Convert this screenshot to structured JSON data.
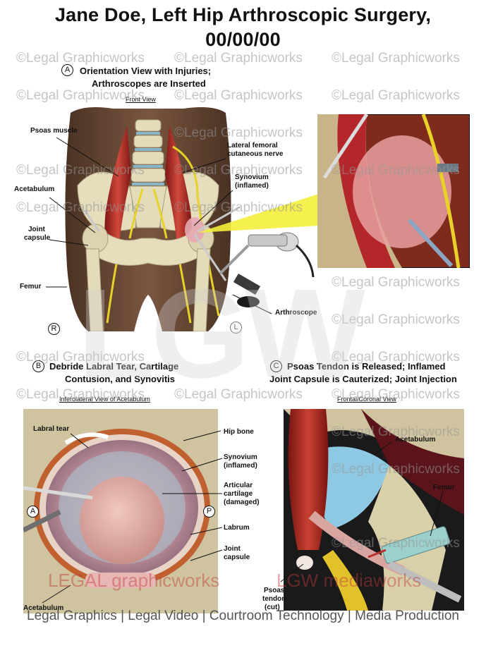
{
  "title_line1": "Jane Doe, Left Hip Arthroscopic Surgery,",
  "title_line2": "00/00/00",
  "panel_a": {
    "letter": "A",
    "heading_line1": "Orientation View with Injuries;",
    "heading_line2": "Arthroscopes are Inserted",
    "view": "Front View",
    "labels": {
      "psoas": "Psoas muscle",
      "lfcn_line1": "Lateral femoral",
      "lfcn_line2": "cutaneous nerve",
      "synovium_line1": "Synovium",
      "synovium_line2": "(inflamed)",
      "acetabulum": "Acetabulum",
      "joint_line1": "Joint",
      "joint_line2": "capsule",
      "femur": "Femur",
      "arthroscope": "Arthroscope",
      "right_marker": "R",
      "left_marker": "L"
    }
  },
  "panel_b": {
    "letter": "B",
    "heading_line1": "Debride Labral Tear, Cartilage",
    "heading_line2": "Contusion, and Synovitis",
    "view": "Inferolateral View of Acetabulum",
    "labels": {
      "labral_tear": "Labral tear",
      "hip_bone": "Hip bone",
      "synovium_line1": "Synovium",
      "synovium_line2": "(inflamed)",
      "cartilage_line1": "Articular",
      "cartilage_line2": "cartilage",
      "cartilage_line3": "(damaged)",
      "labrum": "Labrum",
      "joint_line1": "Joint",
      "joint_line2": "capsule",
      "acetabulum": "Acetabulum",
      "anterior_marker": "A",
      "posterior_marker": "P"
    }
  },
  "panel_c": {
    "letter": "C",
    "heading_line1": "Psoas Tendon is Released; Inflamed",
    "heading_line2": "Joint Capsule is Cauterized; Joint Injection",
    "view": "Frontal/Coronal View",
    "labels": {
      "acetabulum": "Acetabulum",
      "femur": "Femur",
      "psoas_line1": "Psoas",
      "psoas_line2": "tendon",
      "psoas_line3": "(cut)"
    }
  },
  "watermark": "©Legal Graphicworks",
  "brand_left": "LEGAL graphicworks",
  "brand_right": "LGW mediaworks",
  "footer": "Legal Graphics | Legal Video | Courtroom Technology | Media Production",
  "colors": {
    "muscle_red": "#b22a25",
    "bone": "#e9e1c4",
    "skin": "#6b4a35",
    "nerve_yellow": "#e8d22a",
    "cartilage_blue": "#8fc6dc",
    "highlight_yellow": "#f3ee3a"
  }
}
